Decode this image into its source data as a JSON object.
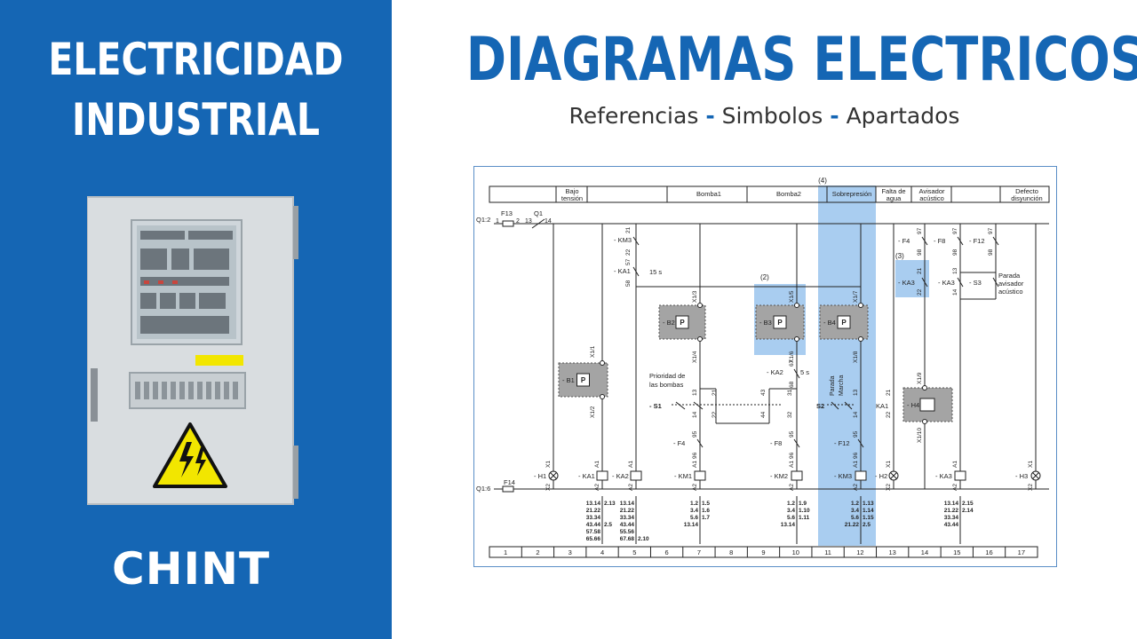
{
  "panel": {
    "title_line1": "ELECTRICIDAD",
    "title_line2": "INDUSTRIAL",
    "logo": "CHINT",
    "background_color": "#1566b4"
  },
  "header": {
    "title": "DIAGRAMAS ELECTRICOS",
    "subtitle_parts": [
      "Referencias",
      "Simbolos",
      "Apartados"
    ],
    "separator": "-",
    "accent_color": "#1566b4"
  },
  "diagram": {
    "marker_top": "(4)",
    "marker_2": "(2)",
    "marker_3": "(3)",
    "sections": [
      "Bajo tensión",
      "Bomba1",
      "Bomba2",
      "Sobrepresión",
      "Falta de agua",
      "Avisador acústico",
      "Defecto disyunción"
    ],
    "sections_split": [
      [
        "Bajo",
        "tensión"
      ],
      [
        "Bomba1"
      ],
      [
        "Bomba2"
      ],
      [
        "Sobrepresión"
      ],
      [
        "Falta de",
        "agua"
      ],
      [
        "Avisador",
        "acústico"
      ],
      [
        "Defecto",
        "disyunción"
      ]
    ],
    "column_numbers": [
      "1",
      "2",
      "3",
      "4",
      "5",
      "6",
      "7",
      "8",
      "9",
      "10",
      "11",
      "12",
      "13",
      "14",
      "15",
      "16",
      "17"
    ],
    "labels": {
      "q1_2": "Q1:2",
      "f13": "F13",
      "q1": "Q1",
      "n1": "1",
      "n2": "2",
      "n13": "13",
      "n14": "14",
      "q1_6": "Q1:6",
      "f14": "F14",
      "km3": "KM3",
      "ka1": "KA1",
      "t15": "15 s",
      "ka2": "KA2",
      "t5": "5 s",
      "b1": "B1",
      "b2": "B2",
      "b3": "B3",
      "b4": "B4",
      "p": "P",
      "x1_1": "X1/1",
      "x1_2": "X1/2",
      "x1_3": "X1/3",
      "x1_4": "X1/4",
      "x1_5": "X1/5",
      "x1_6": "X1/6",
      "x1_7": "X1/7",
      "x1_8": "X1/8",
      "x1_9": "X1/9",
      "x1_10": "X1/10",
      "prioridad1": "Prioridad de",
      "prioridad2": "las bombas",
      "s1": "S1",
      "s2": "S2",
      "s3": "S3",
      "parada": "Parada",
      "marcha": "Marcha",
      "parada_av1": "Parada",
      "parada_av2": "avisador",
      "parada_av3": "acústico",
      "f4": "F4",
      "f8": "F8",
      "f12": "F12",
      "ka3": "KA3",
      "h1": "H1",
      "h2": "H2",
      "h3": "H3",
      "h4": "H4",
      "km1": "KM1",
      "km2": "KM2",
      "a1": "A1",
      "a2": "A2",
      "x1": "X1",
      "x2": "X2",
      "c21": "21",
      "c22": "22",
      "c57": "57",
      "c58": "58",
      "c67": "67",
      "c68": "68",
      "c13": "13",
      "c14": "14",
      "c31": "31",
      "c32": "32",
      "c43": "43",
      "c44": "44",
      "c95": "95",
      "c96": "96",
      "c97": "97",
      "c98": "98"
    },
    "refs": {
      "col4": [
        "13.14",
        "21.22",
        "33.34",
        "43.44",
        "57.58",
        "65.66"
      ],
      "col4b": [
        "2.13",
        "",
        "",
        "2.5"
      ],
      "col5": [
        "13.14",
        "21.22",
        "33.34",
        "43.44",
        "55.56",
        "67.68"
      ],
      "col5b": [
        "",
        "",
        "",
        "",
        "",
        "2.10"
      ],
      "col7": [
        "1.2",
        "3.4",
        "5.6",
        "13.14"
      ],
      "col7b": [
        "1.5",
        "1.6",
        "1.7"
      ],
      "col10": [
        "1.2",
        "3.4",
        "5.6",
        "13.14"
      ],
      "col10b": [
        "1.9",
        "1.10",
        "1.11"
      ],
      "col12": [
        "1.2",
        "3.4",
        "5.6",
        "21.22"
      ],
      "col12b": [
        "1.13",
        "1.14",
        "1.15",
        "2.5"
      ],
      "col15": [
        "13.14",
        "21.22",
        "33.34",
        "43.44"
      ],
      "col15b": [
        "2.15",
        "2.14"
      ]
    }
  }
}
